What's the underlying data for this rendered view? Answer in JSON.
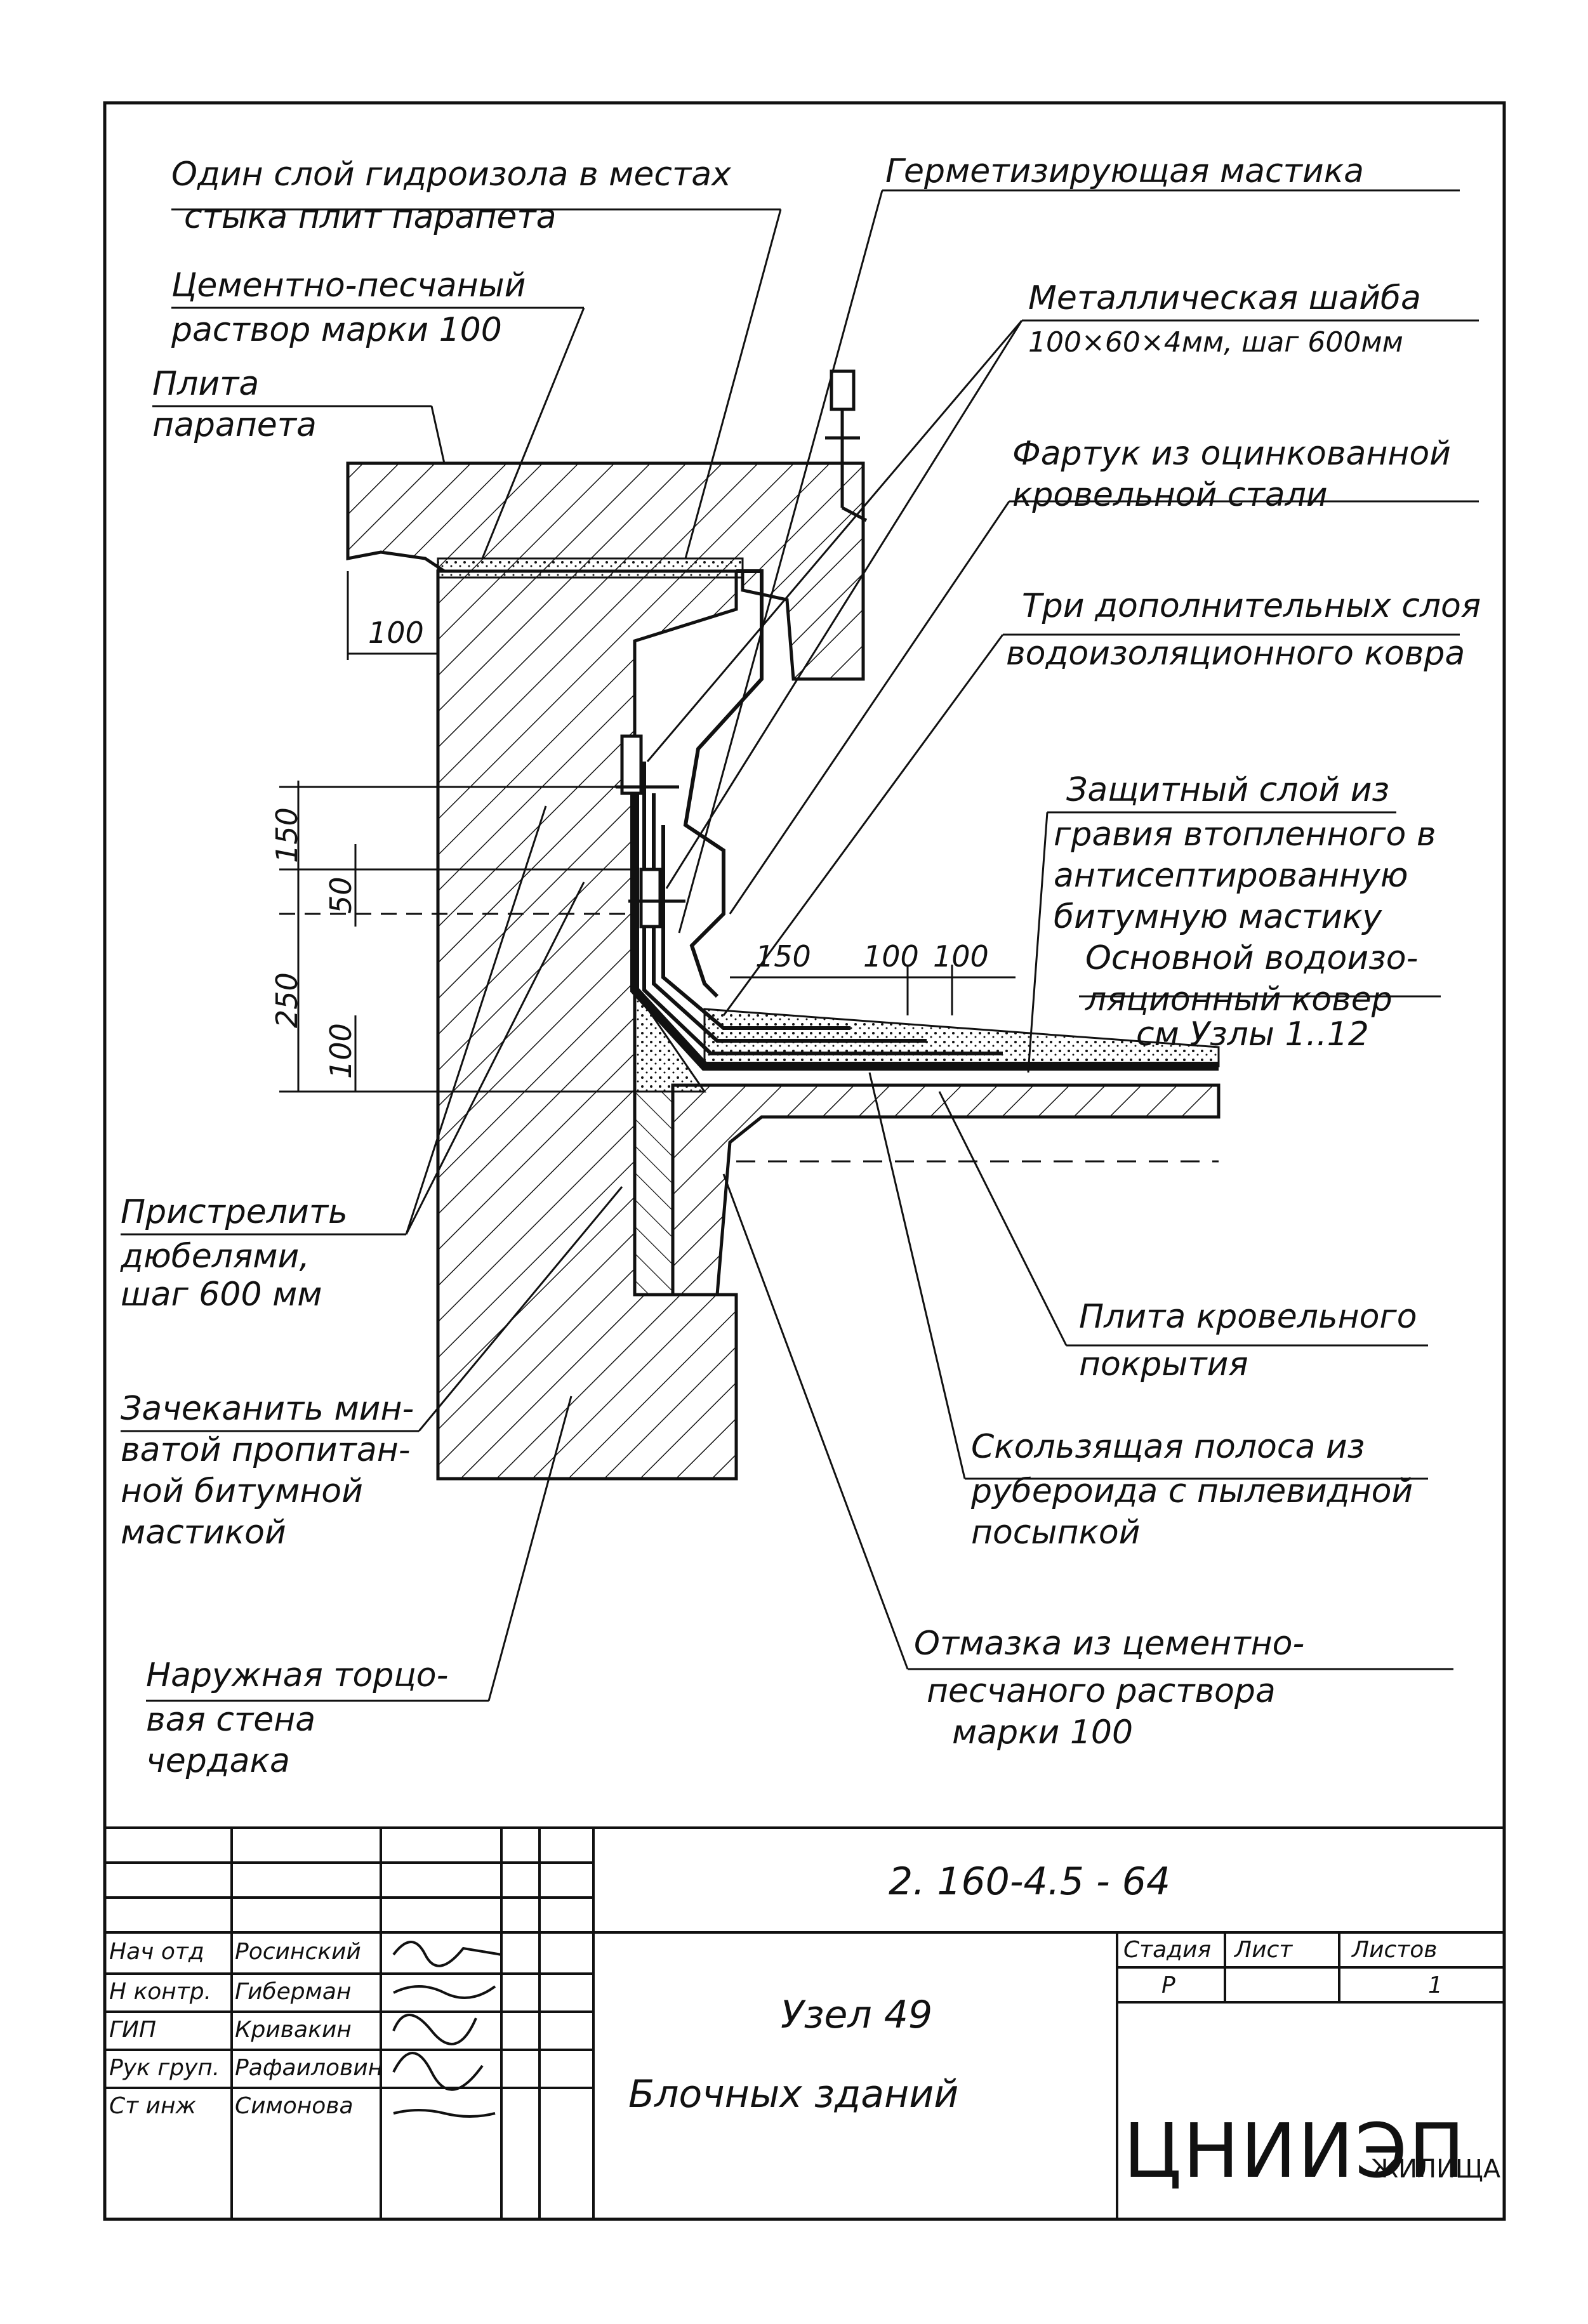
{
  "callouts": {
    "hydro_layer": [
      "Один слой гидроизола в местах",
      "стыка плит парапета"
    ],
    "sealing_mastic": "Герметизирующая мастика",
    "cement_mortar": [
      "Цементно-песчаный",
      "раствор марки 100"
    ],
    "metal_washer": [
      "Металлическая шайба",
      "100×60×4мм, шаг 600мм"
    ],
    "parapet_slab": [
      "Плита",
      "парапета"
    ],
    "apron": [
      "Фартук из оцинкованной",
      "кровельной стали"
    ],
    "three_layers": [
      "Три дополнительных слоя",
      "водоизоляционного ковра"
    ],
    "protective_layer": [
      "Защитный слой из",
      "гравия втопленного в",
      "антисептированную",
      "битумную мастику"
    ],
    "main_carpet": [
      "Основной водоизо-",
      "ляционный ковер",
      "см Узлы 1..12"
    ],
    "dowels": [
      "Пристрелить",
      "дюбелями,",
      "шаг 600 мм"
    ],
    "caulk": [
      "Зачеканить мин-",
      "ватой пропитан-",
      "ной битумной",
      "мастикой"
    ],
    "roof_slab": [
      "Плита кровельного",
      "покрытия"
    ],
    "sliding_strip": [
      "Скользящая полоса из",
      "рубероида с пылевидной",
      "посыпкой"
    ],
    "outer_wall": [
      "Наружная торцо-",
      "вая стена",
      "чердака"
    ],
    "fillet": [
      "Отмазка из цементно-",
      "песчаного раствора",
      "марки 100"
    ]
  },
  "dimensions": {
    "d100_top": "100",
    "d150_v": "150",
    "d50_v": "50",
    "d250_v": "250",
    "d100_v": "100",
    "d150_h": "150",
    "d100_h1": "100",
    "d100_h2": "100"
  },
  "title_block": {
    "doc_code": "2. 160-4.5 - 64",
    "title_line1": "Узел 49",
    "title_line2": "Блочных зданий",
    "stage_header": "Стадия",
    "sheet_header": "Лист",
    "sheets_header": "Листов",
    "stage_value": "Р",
    "sheets_value": "1",
    "org_logo": "ЦНИИЭП",
    "org_suffix": "ЖИЛИЩА",
    "roles": [
      "Нач отд",
      "Н контр.",
      "ГИП",
      "Рук груп.",
      "Ст инж"
    ],
    "names": [
      "Росинский",
      "Гиберман",
      "Кривакин",
      "Рафаиловин",
      "Симонова"
    ]
  },
  "colors": {
    "ink": "#111111",
    "paper": "#ffffff"
  }
}
